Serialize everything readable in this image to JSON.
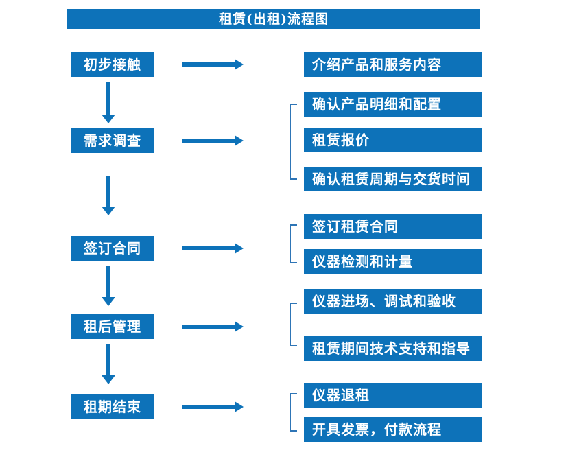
{
  "title": "租赁(出租)流程图",
  "colors": {
    "primary_blue": "#0d72b9",
    "bracket_blue": "#2e75b6",
    "text_white": "#ffffff",
    "background": "#ffffff"
  },
  "flow": [
    {
      "step": "初步接触",
      "outputs": [
        "介绍产品和服务内容"
      ]
    },
    {
      "step": "需求调查",
      "outputs": [
        "确认产品明细和配置",
        "租赁报价",
        "确认租赁周期与交货时间"
      ]
    },
    {
      "step": "签订合同",
      "outputs": [
        "签订租赁合同",
        "仪器检测和计量"
      ]
    },
    {
      "step": "租后管理",
      "outputs": [
        "仪器进场、调试和验收",
        "租赁期间技术支持和指导"
      ]
    },
    {
      "step": "租期结束",
      "outputs": [
        "仪器退租",
        "开具发票，付款流程"
      ]
    }
  ]
}
